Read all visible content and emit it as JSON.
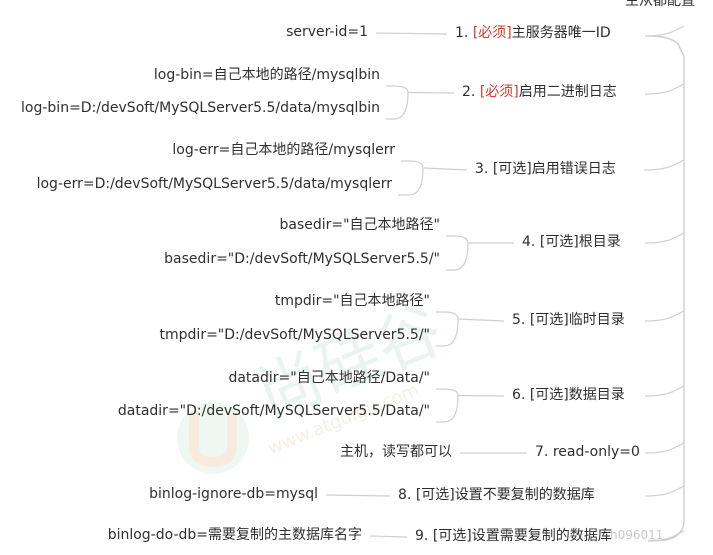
{
  "header_cut": "主从都配置",
  "items": [
    {
      "num": "1.",
      "tag": "[必须]",
      "tag_required": true,
      "title": "主服务器唯一ID",
      "configs": [
        "server-id=1"
      ]
    },
    {
      "num": "2.",
      "tag": "[必须]",
      "tag_required": true,
      "title": "启用二进制日志",
      "configs": [
        "log-bin=自己本地的路径/mysqlbin",
        "log-bin=D:/devSoft/MySQLServer5.5/data/mysqlbin"
      ]
    },
    {
      "num": "3.",
      "tag": "[可选]",
      "tag_required": false,
      "title": "启用错误日志",
      "configs": [
        "log-err=自己本地的路径/mysqlerr",
        "log-err=D:/devSoft/MySQLServer5.5/data/mysqlerr"
      ]
    },
    {
      "num": "4.",
      "tag": "[可选]",
      "tag_required": false,
      "title": "根目录",
      "configs": [
        "basedir=\"自己本地路径\"",
        "basedir=\"D:/devSoft/MySQLServer5.5/\""
      ]
    },
    {
      "num": "5.",
      "tag": "[可选]",
      "tag_required": false,
      "title": "临时目录",
      "configs": [
        "tmpdir=\"自己本地路径\"",
        "tmpdir=\"D:/devSoft/MySQLServer5.5/\""
      ]
    },
    {
      "num": "6.",
      "tag": "[可选]",
      "tag_required": false,
      "title": "数据目录",
      "configs": [
        "datadir=\"自己本地路径/Data/\"",
        "datadir=\"D:/devSoft/MySQLServer5.5/Data/\""
      ]
    },
    {
      "num": "7.",
      "tag": "",
      "tag_required": false,
      "title": "read-only=0",
      "configs": [
        "主机，读写都可以"
      ]
    },
    {
      "num": "8.",
      "tag": "[可选]",
      "tag_required": false,
      "title": "设置不要复制的数据库",
      "configs": [
        "binlog-ignore-db=mysql"
      ]
    },
    {
      "num": "9.",
      "tag": "[可选]",
      "tag_required": false,
      "title": "设置需要复制的数据库",
      "configs": [
        "binlog-do-db=需要复制的主数据库名字"
      ]
    }
  ],
  "watermark": {
    "brand": "尚硅谷",
    "url": "www.atguigu.com",
    "credit": "h096011"
  },
  "colors": {
    "line": "#cfcfcf",
    "required_tag": "#d9382f",
    "text": "#2f2f2f",
    "watermark_green": "#cfe9dc",
    "watermark_orange": "#f6e3cf"
  }
}
